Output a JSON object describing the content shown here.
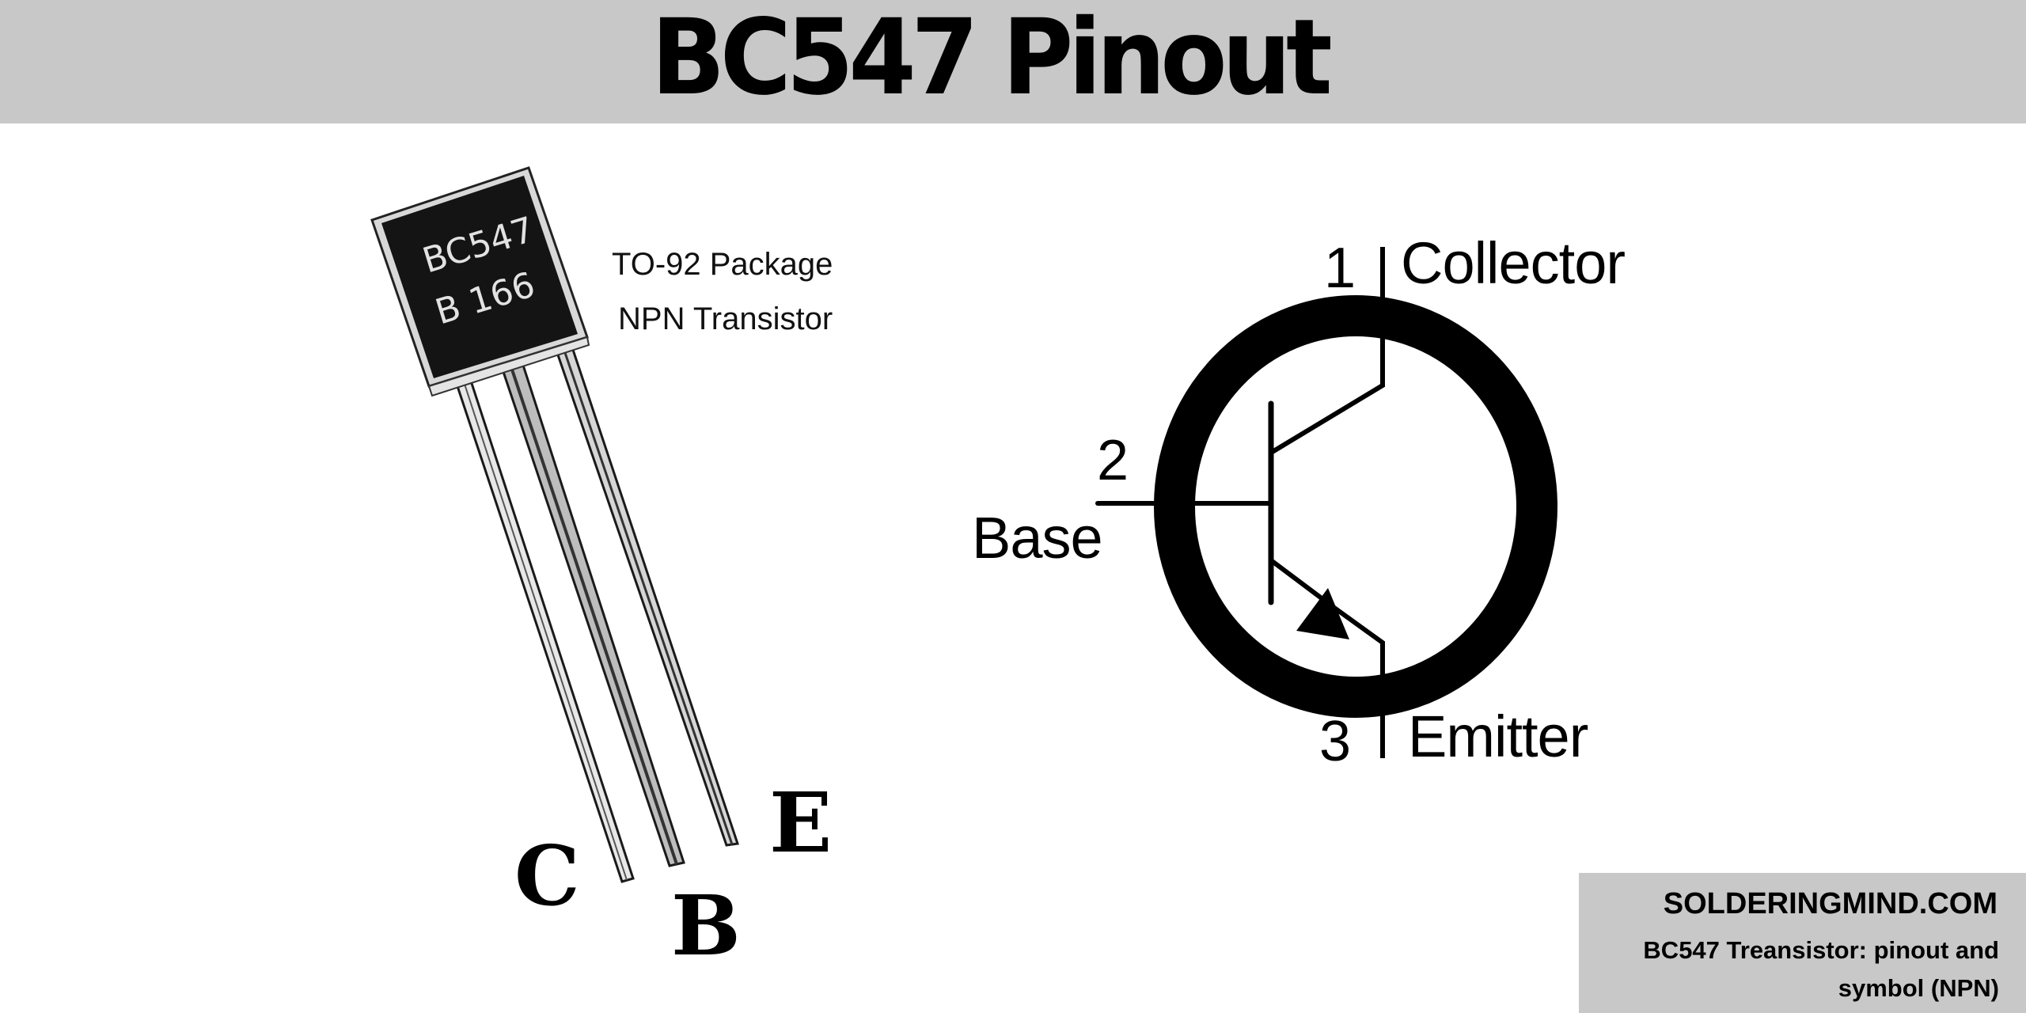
{
  "header": {
    "title": "BC547 Pinout",
    "background": "#c8c8c8"
  },
  "photo": {
    "package_marking_line1": "BC547",
    "package_marking_line2": "B 166",
    "notes": [
      "TO-92 Package",
      "NPN Transistor"
    ],
    "pin_letters": {
      "collector": "C",
      "base": "B",
      "emitter": "E"
    }
  },
  "symbol": {
    "type": "NPN transistor",
    "pins": [
      {
        "number": "1",
        "name": "Collector"
      },
      {
        "number": "2",
        "name": "Base"
      },
      {
        "number": "3",
        "name": "Emitter"
      }
    ]
  },
  "credit": {
    "site": "SOLDERINGMIND.COM",
    "caption": "BC547 Treansistor: pinout and symbol (NPN)",
    "background": "#c8c8c8"
  }
}
